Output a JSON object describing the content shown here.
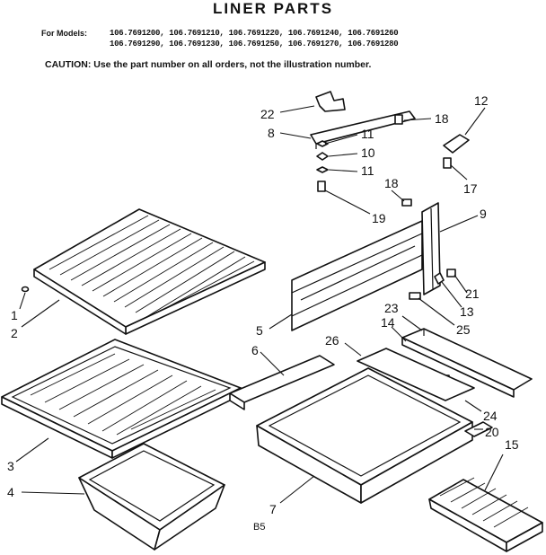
{
  "header": {
    "title": "LINER PARTS",
    "models_label": "For Models:",
    "models_line1": "106.7691200, 106.7691210, 106.7691220, 106.7691240, 106.7691260",
    "models_line2": "106.7691290, 106.7691230, 106.7691250, 106.7691270, 106.7691280",
    "caution": "CAUTION: Use the part number on all orders, not the illustration number."
  },
  "callouts": {
    "c1": "1",
    "c2": "2",
    "c3": "3",
    "c4": "4",
    "c5": "5",
    "c6": "6",
    "c7": "7",
    "c8": "8",
    "c9": "9",
    "c10": "10",
    "c11a": "11",
    "c11b": "11",
    "c12": "12",
    "c13": "13",
    "c14": "14",
    "c15": "15",
    "c17": "17",
    "c18a": "18",
    "c18b": "18",
    "c19": "19",
    "c20": "20",
    "c21": "21",
    "c22": "22",
    "c23": "23",
    "c24": "24",
    "c25": "25",
    "c26": "26"
  },
  "footer": {
    "code": "B5"
  }
}
